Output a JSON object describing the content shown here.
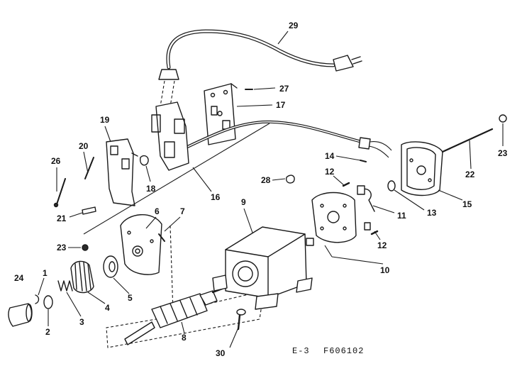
{
  "diagram": {
    "labels": {
      "p1": "1",
      "p2": "2",
      "p3": "3",
      "p4": "4",
      "p5": "5",
      "p6": "6",
      "p7": "7",
      "p8": "8",
      "p9": "9",
      "p10": "10",
      "p11": "11",
      "p12a": "12",
      "p12b": "12",
      "p13": "13",
      "p14": "14",
      "p15": "15",
      "p16": "16",
      "p17": "17",
      "p18": "18",
      "p19": "19",
      "p20": "20",
      "p21": "21",
      "p22": "22",
      "p23a": "23",
      "p23b": "23",
      "p24": "24",
      "p26": "26",
      "p27": "27",
      "p28": "28",
      "p29": "29",
      "p30": "30"
    },
    "caption_left": "E-3",
    "caption_right": "F606102"
  }
}
